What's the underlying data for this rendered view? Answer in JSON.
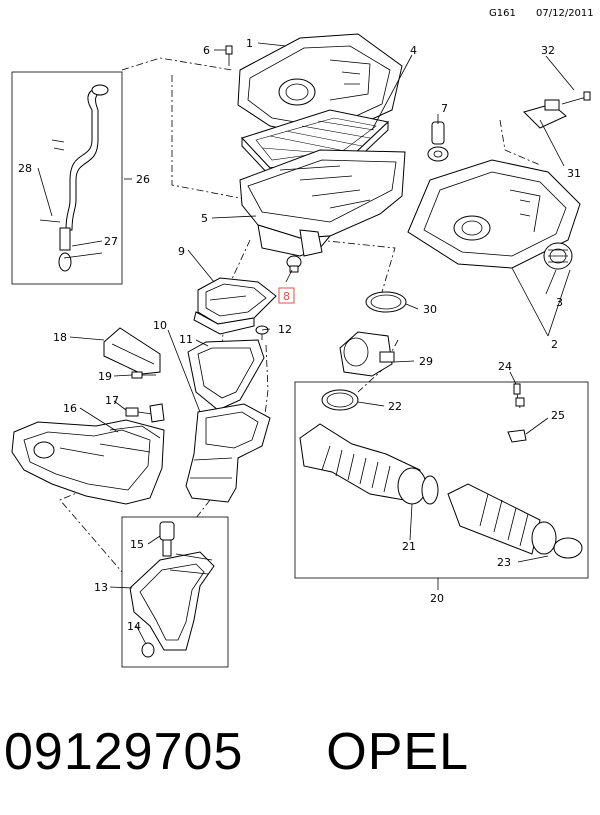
{
  "header": {
    "page_code": "G161",
    "date": "07/12/2011"
  },
  "callouts": {
    "c1": "1",
    "c2": "2",
    "c3": "3",
    "c4": "4",
    "c5": "5",
    "c6": "6",
    "c7": "7",
    "c8": "8",
    "c9": "9",
    "c10": "10",
    "c11": "11",
    "c12": "12",
    "c13": "13",
    "c14": "14",
    "c15": "15",
    "c16": "16",
    "c17": "17",
    "c18": "18",
    "c19": "19",
    "c20": "20",
    "c21": "21",
    "c22": "22",
    "c23": "23",
    "c24": "24",
    "c25": "25",
    "c26": "26",
    "c27": "27",
    "c28": "28",
    "c29": "29",
    "c30": "30",
    "c31": "31",
    "c32": "32"
  },
  "highlight_color": "#d9534f",
  "footer": {
    "part_number": "09129705",
    "brand": "OPEL"
  }
}
